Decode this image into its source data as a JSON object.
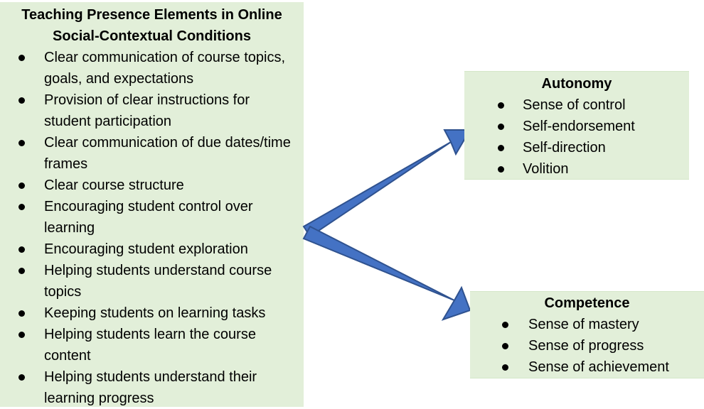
{
  "left_box": {
    "title_line1": "Teaching Presence Elements in Online",
    "title_line2": "Social-Contextual Conditions",
    "items": [
      "Clear communication of course topics, goals, and expectations",
      "Provision of clear instructions for student participation",
      "Clear communication of due dates/time frames",
      "Clear course structure",
      "Encouraging student control over learning",
      "Encouraging student exploration",
      "Helping students understand course topics",
      "Keeping students on learning tasks",
      "Helping students learn the course content",
      "Helping students understand their learning progress"
    ]
  },
  "autonomy_box": {
    "title": "Autonomy",
    "items": [
      "Sense of control",
      "Self-endorsement",
      "Self-direction",
      "Volition"
    ]
  },
  "competence_box": {
    "title": "Competence",
    "items": [
      "Sense of mastery",
      "Sense of progress",
      "Sense of achievement"
    ]
  },
  "colors": {
    "box_fill": "#e2efd9",
    "arrow_fill": "#4472c4",
    "arrow_stroke": "#2f528f"
  }
}
